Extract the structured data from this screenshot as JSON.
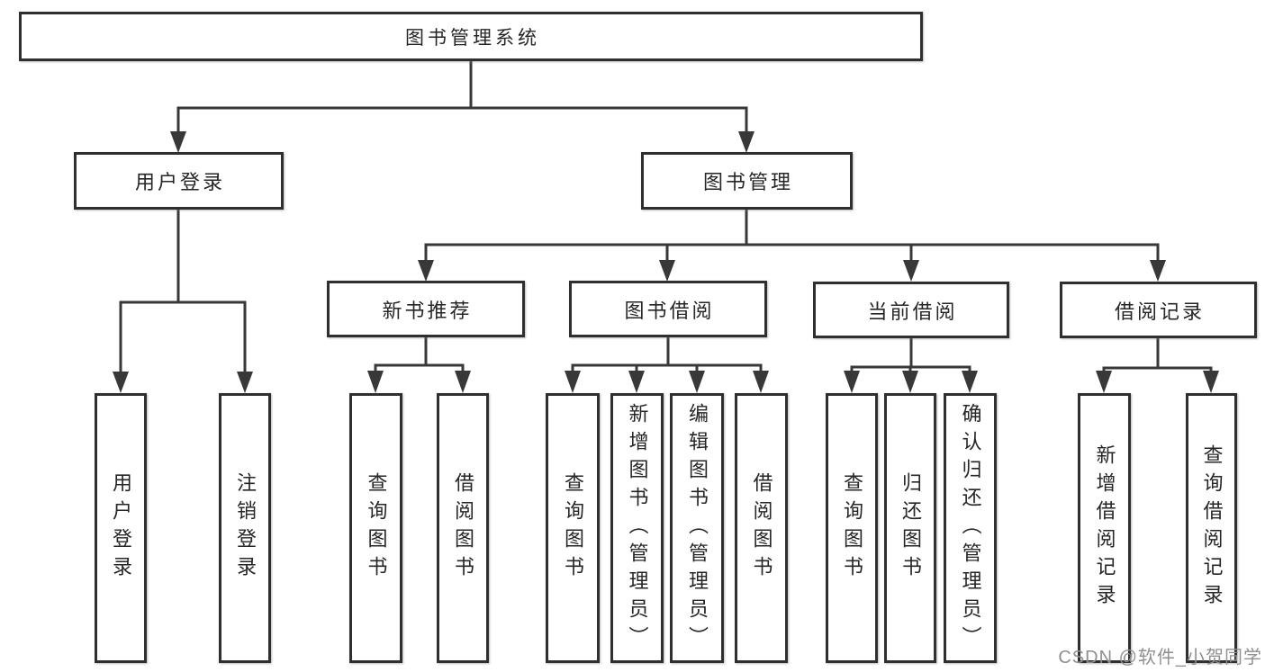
{
  "diagram_title": "图书管理系统",
  "tree": {
    "label": "图书管理系统",
    "children": [
      {
        "label": "用户登录",
        "children": [
          {
            "label": "用户登录"
          },
          {
            "label": "注销登录"
          }
        ]
      },
      {
        "label": "图书管理",
        "children": [
          {
            "label": "新书推荐",
            "children": [
              {
                "label": "查询图书"
              },
              {
                "label": "借阅图书"
              }
            ]
          },
          {
            "label": "图书借阅",
            "children": [
              {
                "label": "查询图书"
              },
              {
                "label": "新增图书（管理员）"
              },
              {
                "label": "编辑图书（管理员）"
              },
              {
                "label": "借阅图书"
              }
            ]
          },
          {
            "label": "当前借阅",
            "children": [
              {
                "label": "查询图书"
              },
              {
                "label": "归还图书"
              },
              {
                "label": "确认归还（管理员）"
              }
            ]
          },
          {
            "label": "借阅记录",
            "children": [
              {
                "label": "新增借阅记录"
              },
              {
                "label": "查询借阅记录"
              }
            ]
          }
        ]
      }
    ]
  },
  "watermark": {
    "text": "CSDN @软件_小贺同学"
  },
  "colors": {
    "background": "#ffffff",
    "box_border": "#2f2f2f",
    "line": "#383838",
    "text": "#262626",
    "watermark": "#8f8f8f"
  }
}
